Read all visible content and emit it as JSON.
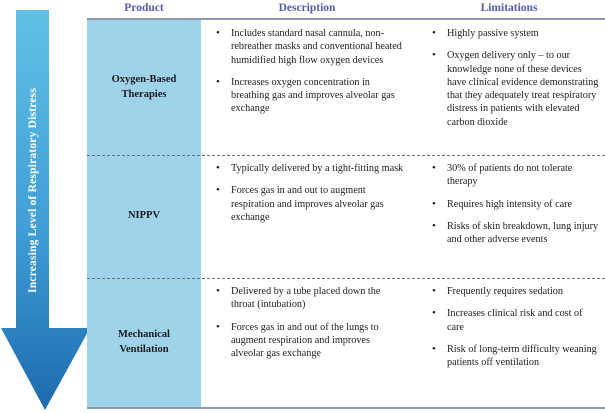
{
  "arrow": {
    "label": "Increasing Level of Respiratory Distress",
    "gradient_top": "#62c0e6",
    "gradient_bottom": "#1d6aae",
    "direction": "down",
    "icon": "down-arrow-icon"
  },
  "table": {
    "header_color": "#5a5aa8",
    "product_column_bg": "#9fd3ea",
    "rule_color": "#8e9aab",
    "divider_style": "dashed",
    "headers": [
      "Product",
      "Description",
      "Limitations"
    ],
    "rows": [
      {
        "product": "Oxygen-Based Therapies",
        "description": [
          "Includes standard nasal cannula, non-rebreather masks and conventional heated humidified high flow oxygen devices",
          "Increases oxygen concentration in breathing gas and improves alveolar gas exchange"
        ],
        "limitations": [
          "Highly passive system",
          "Oxygen delivery only – to our knowledge none of these devices have clinical evidence demonstrating that they adequately treat respiratory distress in patients with elevated carbon dioxide"
        ]
      },
      {
        "product": "NIPPV",
        "description": [
          "Typically delivered by a tight-fitting mask",
          "Forces gas in and out to augment respiration and improves alveolar gas exchange"
        ],
        "limitations": [
          "30% of patients do not tolerate therapy",
          "Requires high intensity of care",
          "Risks of skin breakdown, lung injury and other adverse events"
        ]
      },
      {
        "product": "Mechanical Ventilation",
        "description": [
          "Delivered by a tube placed down the throat (intubation)",
          "Forces gas in and out of the lungs to augment respiration and improves alveolar gas exchange"
        ],
        "limitations": [
          "Frequently requires sedation",
          "Increases clinical risk and cost of care",
          "Risk of long-term difficulty weaning patients off ventilation"
        ]
      }
    ]
  }
}
